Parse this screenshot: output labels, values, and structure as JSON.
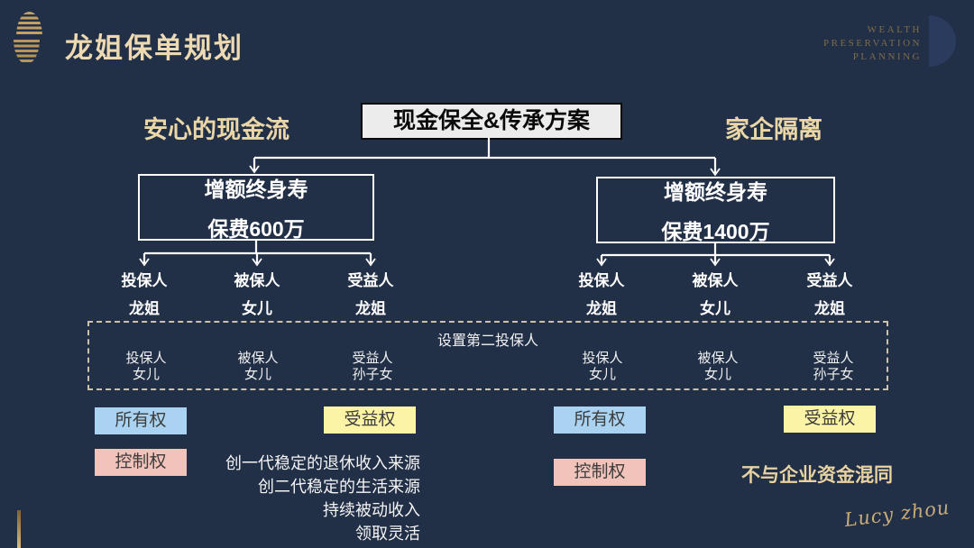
{
  "header": {
    "title": "龙姐保单规划",
    "watermark": {
      "line1": "WEALTH",
      "line2": "PRESERVATION",
      "line3": "PLANNING"
    }
  },
  "scheme": {
    "left_label": "安心的现金流",
    "center_label": "现金保全&传承方案",
    "right_label": "家企隔离"
  },
  "plans": {
    "left": {
      "line1": "增额终身寿",
      "line2": "保费600万",
      "roles": [
        {
          "role": "投保人",
          "person": "龙姐"
        },
        {
          "role": "被保人",
          "person": "女儿"
        },
        {
          "role": "受益人",
          "person": "龙姐"
        }
      ]
    },
    "right": {
      "line1": "增额终身寿",
      "line2": "保费1400万",
      "roles": [
        {
          "role": "投保人",
          "person": "龙姐"
        },
        {
          "role": "被保人",
          "person": "女儿"
        },
        {
          "role": "受益人",
          "person": "龙姐"
        }
      ]
    }
  },
  "second_policyholder": {
    "title": "设置第二投保人",
    "left_roles": [
      {
        "role": "投保人",
        "person": "女儿"
      },
      {
        "role": "被保人",
        "person": "女儿"
      },
      {
        "role": "受益人",
        "person": "孙子女"
      }
    ],
    "right_roles": [
      {
        "role": "投保人",
        "person": "女儿"
      },
      {
        "role": "被保人",
        "person": "女儿"
      },
      {
        "role": "受益人",
        "person": "孙子女"
      }
    ]
  },
  "rights": {
    "ownership": "所有权",
    "benefit": "受益权",
    "control": "控制权"
  },
  "notes": {
    "items": [
      "创一代稳定的退休收入来源",
      "创二代稳定的生活来源",
      "持续被动收入",
      "领取灵活"
    ],
    "right_note": "不与企业资金混同"
  },
  "signature": "Lucy zhou",
  "colors": {
    "background": "#212F47",
    "gold_heading": "#EBD6A8",
    "center_box_bg": "#ECECEC",
    "tag_ownership": "#A9D3F0",
    "tag_benefit": "#FBF4A6",
    "tag_control": "#F1C3BA",
    "connector": "#FFFFFF"
  }
}
